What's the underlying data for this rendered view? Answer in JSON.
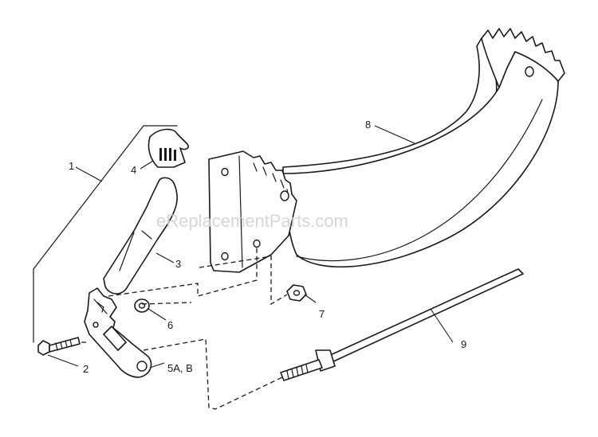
{
  "watermark": "eReplacementParts.com",
  "callouts": {
    "c1": "1",
    "c2": "2",
    "c3": "3",
    "c4": "4",
    "c5": "5A, B",
    "c6": "6",
    "c7": "7",
    "c8": "8",
    "c9": "9"
  }
}
